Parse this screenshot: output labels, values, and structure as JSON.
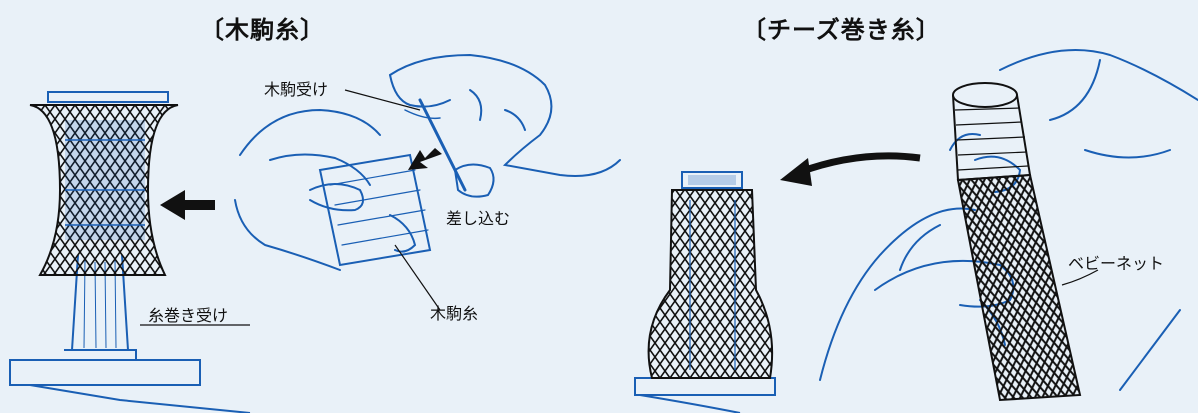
{
  "left_panel": {
    "title": "〔木駒糸〕",
    "labels": {
      "komauke": "木駒受け",
      "sashikomu": "差し込む",
      "kikomaito": "木駒糸",
      "itomaki_uke": "糸巻き受け"
    }
  },
  "right_panel": {
    "title": "〔チーズ巻き糸〕",
    "labels": {
      "baby_net": "ベビーネット"
    }
  },
  "colors": {
    "background": "#e9f1f8",
    "line_blue": "#1a5fb4",
    "ink": "#111111"
  }
}
